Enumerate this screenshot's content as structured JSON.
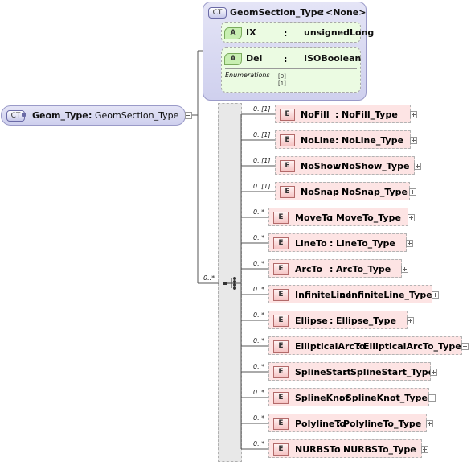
{
  "root": {
    "badge": "CT",
    "name": "Geom_Type",
    "type": "GeomSection_Type",
    "separator": ":"
  },
  "section": {
    "badge": "CT",
    "title": "GeomSection_Type",
    "type": "<None>",
    "attributes": [
      {
        "badge": "A",
        "name": "IX",
        "type": "unsignedLong"
      },
      {
        "badge": "A",
        "name": "Del",
        "type": "ISOBoolean",
        "enum_label": "Enumerations",
        "enum_values": [
          "[0]",
          "[1]"
        ]
      }
    ]
  },
  "sequence_occurrence": "0..*",
  "elements": [
    {
      "badge": "E",
      "name": "NoFill",
      "type": "NoFill_Type",
      "occurrence": "0..[1]"
    },
    {
      "badge": "E",
      "name": "NoLine",
      "type": "NoLine_Type",
      "occurrence": "0..[1]"
    },
    {
      "badge": "E",
      "name": "NoShow",
      "type": "NoShow_Type",
      "occurrence": "0..[1]"
    },
    {
      "badge": "E",
      "name": "NoSnap",
      "type": "NoSnap_Type",
      "occurrence": "0..[1]"
    },
    {
      "badge": "E",
      "name": "MoveTo",
      "type": "MoveTo_Type",
      "occurrence": "0..*"
    },
    {
      "badge": "E",
      "name": "LineTo",
      "type": "LineTo_Type",
      "occurrence": "0..*"
    },
    {
      "badge": "E",
      "name": "ArcTo",
      "type": "ArcTo_Type",
      "occurrence": "0..*"
    },
    {
      "badge": "E",
      "name": "InfiniteLine",
      "type": "InfiniteLine_Type",
      "occurrence": "0..*"
    },
    {
      "badge": "E",
      "name": "Ellipse",
      "type": "Ellipse_Type",
      "occurrence": "0..*"
    },
    {
      "badge": "E",
      "name": "EllipticalArcTo",
      "type": "EllipticalArcTo_Type",
      "occurrence": "0..*"
    },
    {
      "badge": "E",
      "name": "SplineStart",
      "type": "SplineStart_Type",
      "occurrence": "0..*"
    },
    {
      "badge": "E",
      "name": "SplineKnot",
      "type": "SplineKnot_Type",
      "occurrence": "0..*"
    },
    {
      "badge": "E",
      "name": "PolylineTo",
      "type": "PolylineTo_Type",
      "occurrence": "0..*"
    },
    {
      "badge": "E",
      "name": "NURBSTo",
      "type": "NURBSTo_Type",
      "occurrence": "0..*"
    }
  ]
}
